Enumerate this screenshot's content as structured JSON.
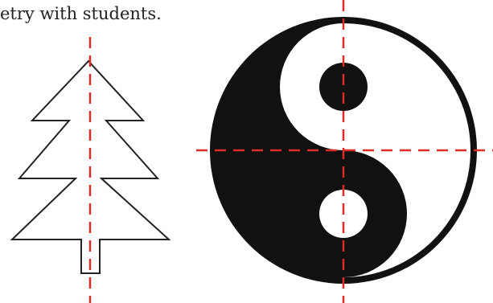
{
  "caption": "etry with students.",
  "colors": {
    "ink": "#222222",
    "axis": "#e02b2b",
    "fill_black": "#111111",
    "fill_white": "#ffffff"
  },
  "figures": [
    {
      "name": "tree-shape",
      "lines_of_symmetry": 1,
      "axis": "vertical"
    },
    {
      "name": "yin-yang-symbol",
      "lines_of_symmetry": 2,
      "axes": [
        "vertical",
        "horizontal"
      ]
    }
  ]
}
